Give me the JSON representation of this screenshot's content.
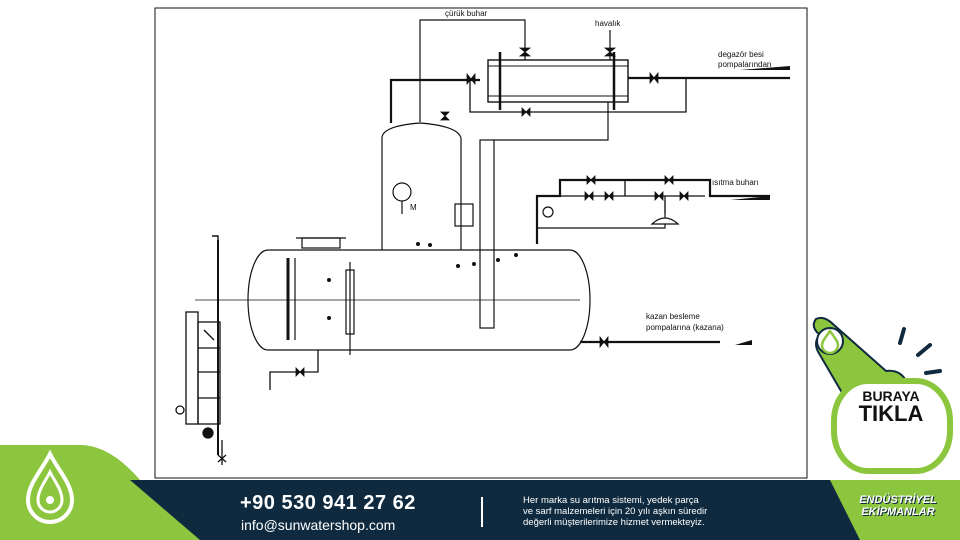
{
  "diagram": {
    "labels": {
      "cürük_buhar": "çürük buhar",
      "havalik": "havalık",
      "degazor_1": "degazör besi",
      "degazor_2": "pompalarından",
      "isitma_buhari": "ısıtma buharı",
      "kazan_1": "kazan besleme",
      "kazan_2": "pompalarına (kazana)",
      "gauge_letter": "M"
    }
  },
  "footer": {
    "phone": "+90 530 941 27 62",
    "email": "info@sunwatershop.com",
    "description_lines": [
      "Her marka su arıtma sistemi, yedek parça",
      "ve sarf malzemeleri için 20 yılı aşkın süredir",
      "değerli müşterilerimize hizmet vermekteyiz."
    ],
    "industry_lines": [
      "ENDÜSTRİYEL",
      "EKİPMANLAR"
    ]
  },
  "cta": {
    "line1": "BURAYA",
    "line2": "TIKLA"
  },
  "colors": {
    "navy": "#0f2a3f",
    "green": "#8cc63f",
    "white": "#ffffff"
  },
  "icons": [
    "water-drop-logo-icon",
    "hand-pointer-icon"
  ]
}
